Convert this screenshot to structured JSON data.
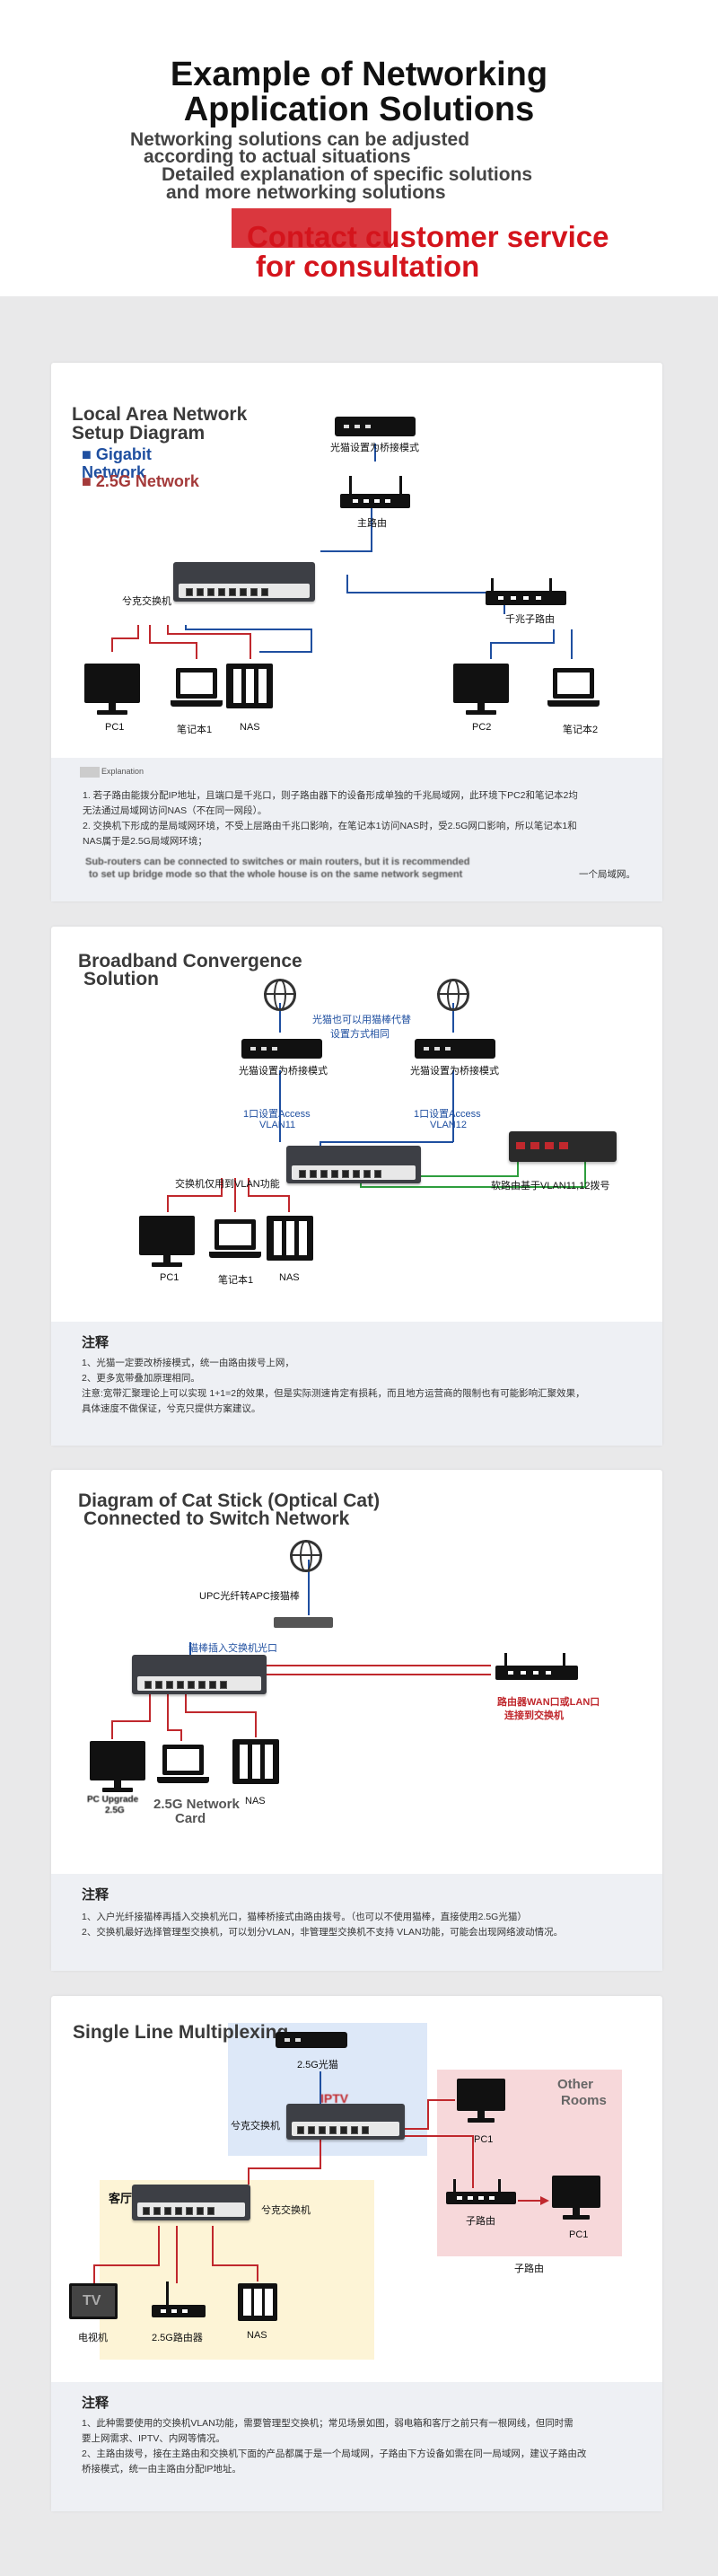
{
  "header": {
    "title_line1": "Example of Networking",
    "title_line2": "Application Solutions",
    "sub_line1": "Networking solutions can be adjusted",
    "sub_line2": "according to actual situations",
    "sub_line3": "Detailed explanation of specific solutions",
    "sub_line4": "and more networking solutions",
    "cta_line1": "Contact customer service",
    "cta_line2": "for consultation"
  },
  "card1": {
    "title_line1": "Local Area Network",
    "title_line2": "Setup Diagram",
    "legend_gigabit_1": "Gigabit",
    "legend_gigabit_2": "Network",
    "legend_25g": "2.5G Network",
    "modem_label": "光猫设置为桥接模式",
    "main_router": "主路由",
    "switch_label": "兮克交换机",
    "sub_router": "千兆子路由",
    "pc1": "PC1",
    "laptop1": "笔记本1",
    "nas": "NAS",
    "pc2": "PC2",
    "laptop2": "笔记本2",
    "note_heading": "Explanation",
    "note1": "1. 若子路由能拨分配IP地址，且端口是千兆口，则子路由器下的设备形成单独的千兆局域网，此环境下PC2和笔记本2均",
    "note1b": "无法通过局域网访问NAS（不在同一网段）。",
    "note2": "2. 交换机下形成的是局域网环境，不受上层路由千兆口影响，在笔记本1访问NAS时，受2.5G网口影响，所以笔记本1和",
    "note2b": "NAS属于是2.5G局域网环境；",
    "note3a": "Sub-routers can be connected to switches or main routers, but it is recommended",
    "note3b": "to set up bridge mode so that the whole house is on the same network segment",
    "note3c": "一个局域网。"
  },
  "card2": {
    "title_line1": "Broadband Convergence",
    "title_line2": "Solution",
    "hint_line1": "光猫也可以用猫棒代替",
    "hint_line2": "设置方式相同",
    "modem1": "光猫设置为桥接模式",
    "modem2": "光猫设置为桥接模式",
    "vlan1_line1": "1口设置Access",
    "vlan1_line2": "VLAN11",
    "vlan2_line1": "1口设置Access",
    "vlan2_line2": "VLAN12",
    "switch_label": "交换机仅用到VLAN功能",
    "soft_router": "软路由基于VLAN11,12拨号",
    "pc1": "PC1",
    "laptop1": "笔记本1",
    "nas": "NAS",
    "note_title": "注释",
    "note1": "1、光猫一定要改桥接模式，统一由路由拨号上网，",
    "note2": "2、更多宽带叠加原理相同。",
    "note3": "注意:宽带汇聚理论上可以实现 1+1=2的效果，但是实际测速肯定有损耗，而且地方运营商的限制也有可能影响汇聚效果，",
    "note4": "具体速度不做保证，兮克只提供方案建议。"
  },
  "card3": {
    "title_line1": "Diagram of Cat Stick (Optical Cat)",
    "title_line2": "Connected to Switch Network",
    "upc_label": "UPC光纤转APC接猫棒",
    "stick_label": "猫棒插入交换机光口",
    "router_label": "路由器WAN口或LAN口",
    "router_label2": "连接到交换机",
    "pc_label_a": "PC Upgrade",
    "pc_label_b": "2.5G",
    "laptop_label": "2.5G Network",
    "laptop_label2": "Card",
    "nas": "NAS",
    "note_title": "注释",
    "note1": "1、入户光纤接猫棒再插入交换机光口，猫棒桥接式由路由拨号。（也可以不使用猫棒，直接使用2.5G光猫）",
    "note2": "2、交换机最好选择管理型交换机，可以划分VLAN，非管理型交换机不支持 VLAN功能，可能会出现网络波动情况。"
  },
  "card4": {
    "title": "Single Line Multiplexing",
    "modem_label": "2.5G光猫",
    "iptv_label": "IPTV",
    "switch_top": "兮克交换机",
    "other_rooms_1": "Other",
    "other_rooms_2": "Rooms",
    "pc1": "PC1",
    "living_room": "客厅",
    "switch_living": "兮克交换机",
    "sub_router": "子路由",
    "pc1b": "PC1",
    "sub_router_zone": "子路由",
    "tv": "电视机",
    "tv_glyph": "TV",
    "router25": "2.5G路由器",
    "nas": "NAS",
    "note_title": "注释",
    "note1": "1、此种需要使用的交换机VLAN功能，需要管理型交换机；常见场景如图，弱电箱和客厅之前只有一根网线，但同时需",
    "note1b": "要上网需求、IPTV、内网等情况。",
    "note2": "2、主路由拨号，接在主路由和交换机下面的产品都属于是一个局域网，子路由下方设备如需在同一局域网，建议子路由改",
    "note2b": "桥接模式，统一由主路由分配IP地址。"
  },
  "colors": {
    "gigabit": "#1f4fa0",
    "g25": "#c0282d",
    "vlan": "#2e9e3e",
    "cta": "#d4141c"
  }
}
